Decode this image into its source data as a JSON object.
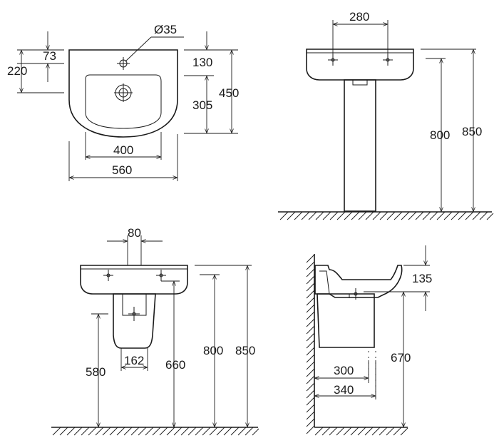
{
  "top_view": {
    "dim_tap_hole": "Ø35",
    "dim_73": "73",
    "dim_220": "220",
    "dim_130": "130",
    "dim_305": "305",
    "dim_450": "450",
    "dim_400": "400",
    "dim_560": "560"
  },
  "pedestal_front": {
    "dim_280": "280",
    "dim_800": "800",
    "dim_850": "850"
  },
  "semi_pedestal_front": {
    "dim_80": "80",
    "dim_162": "162",
    "dim_580": "580",
    "dim_660": "660",
    "dim_800": "800",
    "dim_850": "850"
  },
  "side_view": {
    "dim_135": "135",
    "dim_300": "300",
    "dim_340": "340",
    "dim_670": "670"
  }
}
